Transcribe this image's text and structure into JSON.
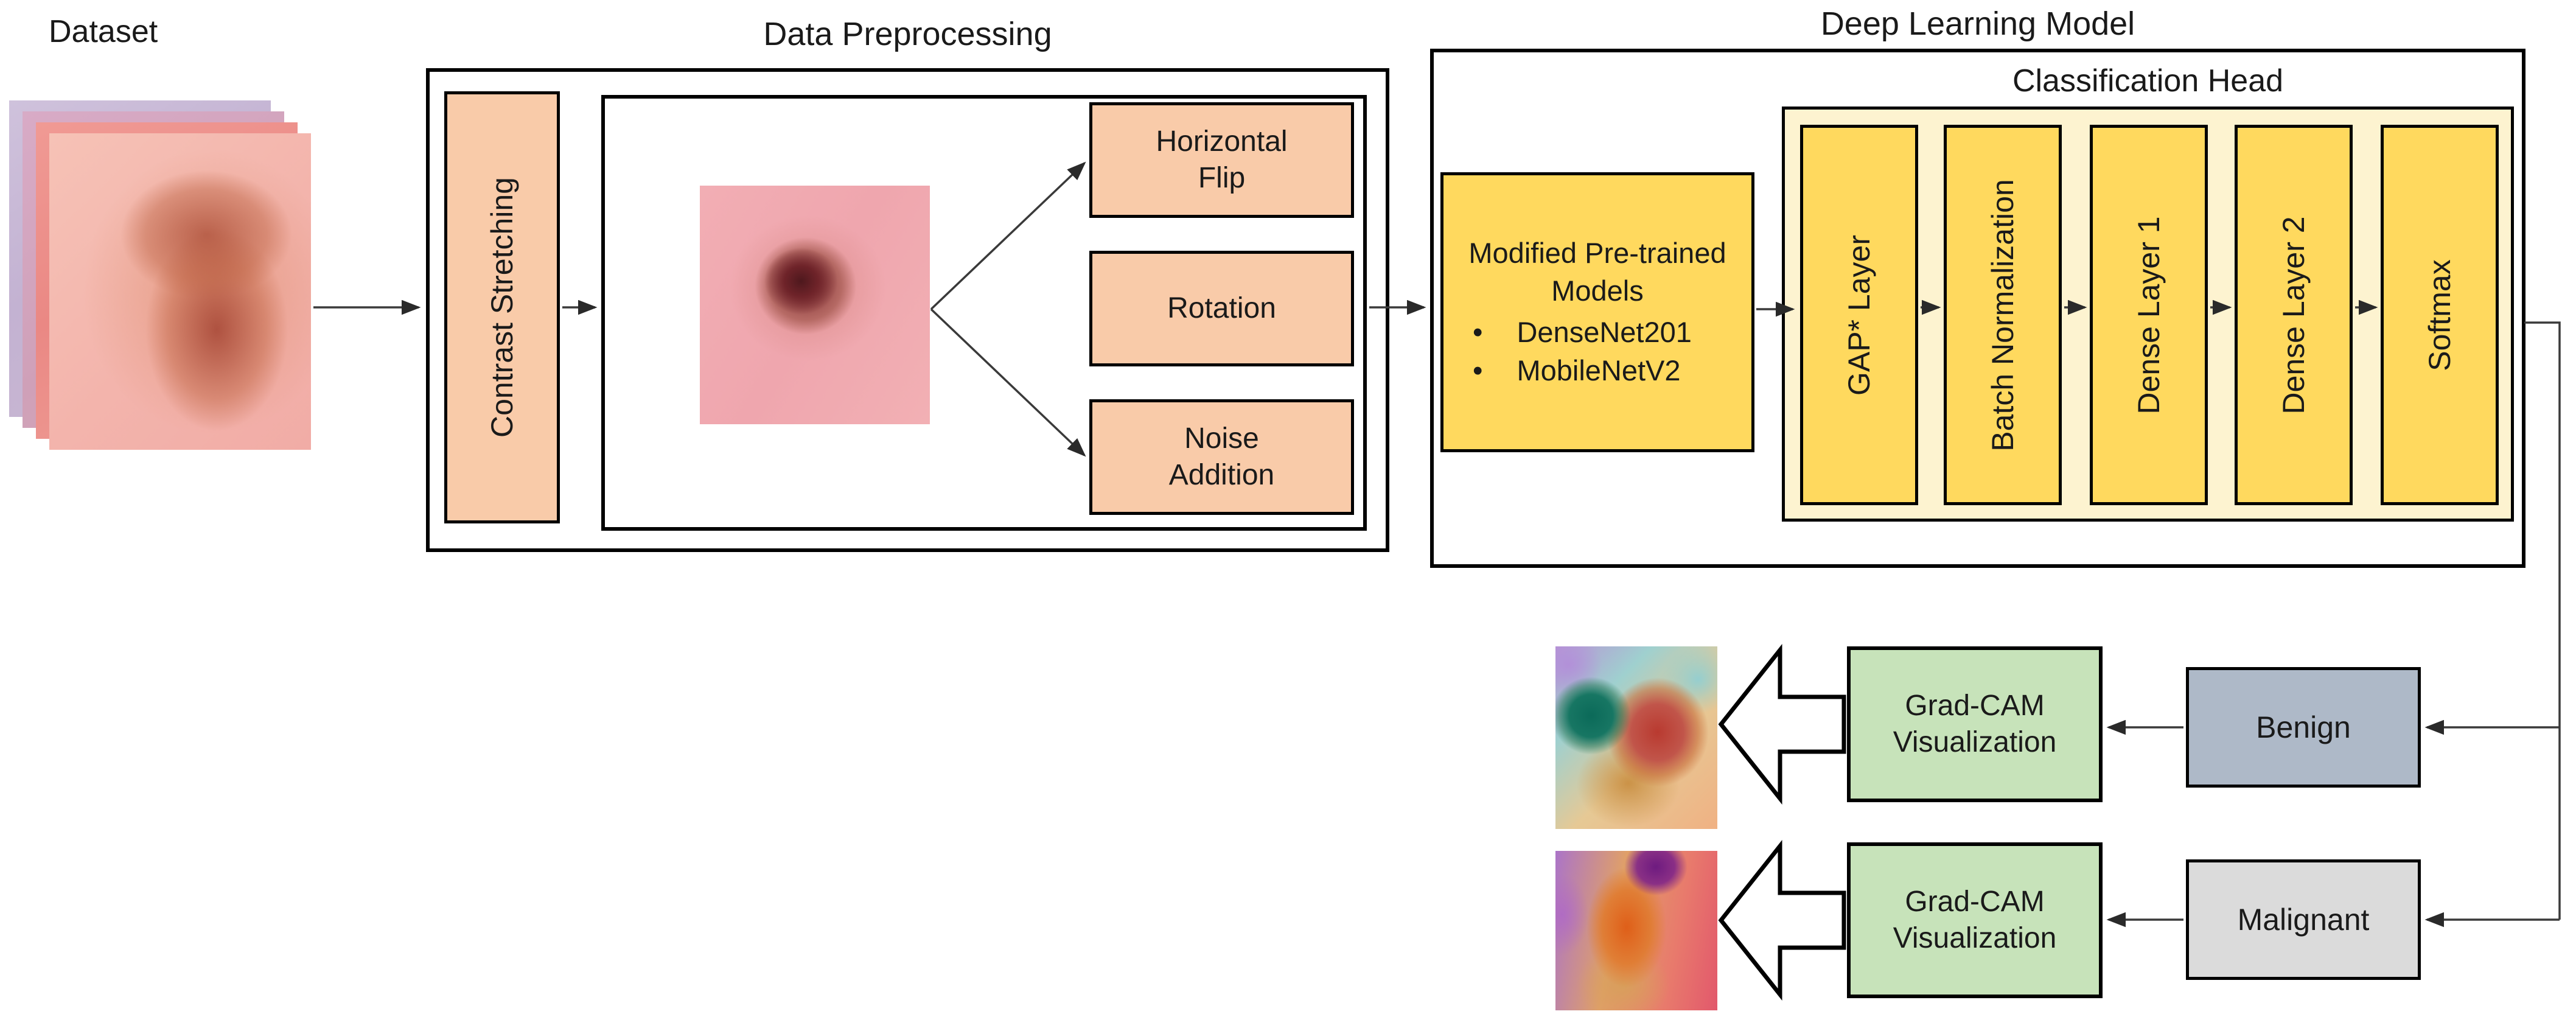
{
  "colors": {
    "peach": "#F9CBA9",
    "gold": "#FFD95E",
    "cream": "#FDF3D0",
    "green": "#C7E3BA",
    "benign_fill": "#AEB9C8",
    "malignant_fill": "#DBDBDB",
    "border_color": "#000000",
    "line_color": "#3A3A3A",
    "text_color": "#1A1A1A"
  },
  "dataset": {
    "label": "Dataset"
  },
  "preprocessing": {
    "title": "Data Preprocessing",
    "contrast_label": "Contrast Stretching",
    "augmentations": [
      "Horizontal Flip",
      "Rotation",
      "Noise Addition"
    ]
  },
  "deep_learning": {
    "title": "Deep Learning Model",
    "pretrained": {
      "title": "Modified Pre-trained Models",
      "items": [
        "DenseNet201",
        "MobileNetV2"
      ]
    },
    "classification_head": {
      "title": "Classification Head",
      "layers": [
        "GAP* Layer",
        "Batch Normalization",
        "Dense Layer 1",
        "Dense Layer 2",
        "Softmax"
      ]
    }
  },
  "outputs": {
    "gradcam_label": "Grad-CAM Visualization",
    "benign_label": "Benign",
    "malignant_label": "Malignant"
  }
}
